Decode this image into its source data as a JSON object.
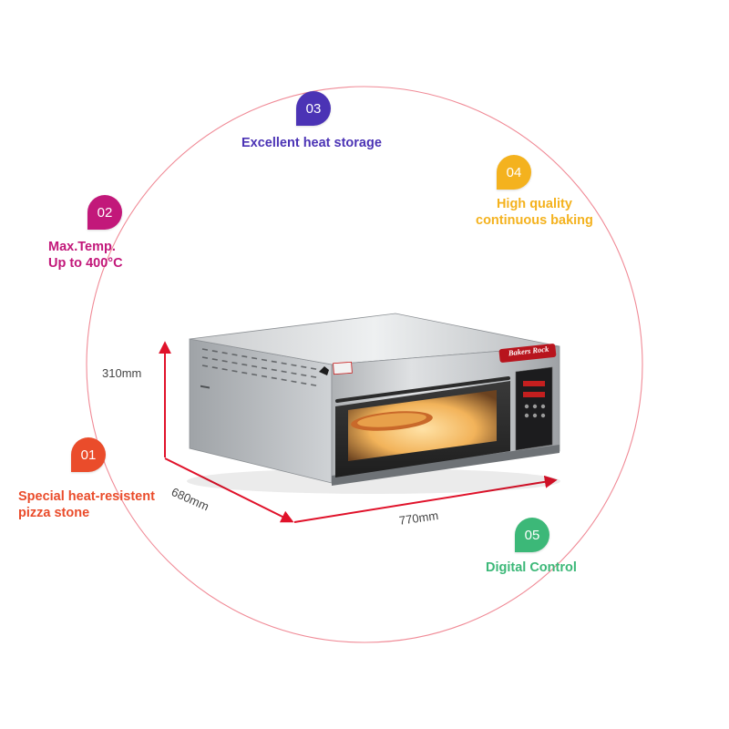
{
  "colors": {
    "ring": "#f08a96",
    "dimension_arrow": "#e0122a",
    "feature_01": "#ea4c2b",
    "feature_02": "#c2187a",
    "feature_03": "#4b33b5",
    "feature_04": "#f4b21e",
    "feature_05": "#3cb878"
  },
  "features": [
    {
      "number": "01",
      "line1": "Special heat-resistent",
      "line2": "pizza stone"
    },
    {
      "number": "02",
      "line1": "Max.Temp.",
      "line2": "Up to 400°C"
    },
    {
      "number": "03",
      "line1": "Excellent heat storage",
      "line2": ""
    },
    {
      "number": "04",
      "line1": "High quality",
      "line2": "continuous baking"
    },
    {
      "number": "05",
      "line1": "Digital Control",
      "line2": ""
    }
  ],
  "dimensions": {
    "height": "310mm",
    "depth": "680mm",
    "width": "770mm"
  },
  "product": {
    "brand_plate": "Bakers Rock",
    "icons": [
      "oven-product-image",
      "pizza-image",
      "control-panel",
      "warning-label-icon",
      "chef-logo-icon"
    ]
  }
}
